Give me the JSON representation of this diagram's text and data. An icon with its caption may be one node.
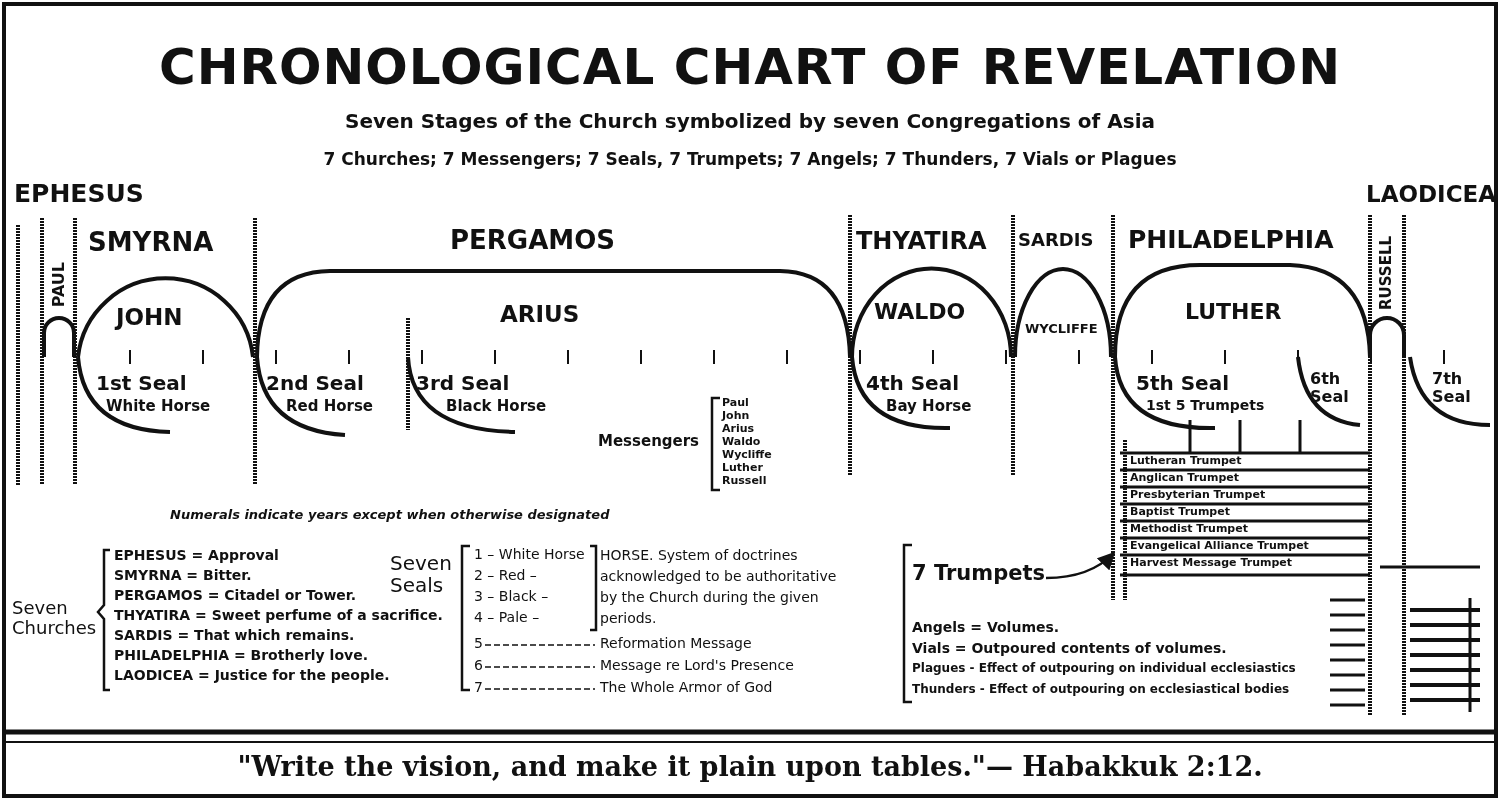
{
  "diagram": {
    "title": "CHRONOLOGICAL CHART OF REVELATION",
    "caption": "\"Write the vision, and make it plain upon tables.\"— Habakkuk 2:12.",
    "nodes": [
      {
        "text": [
          "EPHESUS",
          "PAUL"
        ]
      },
      {
        "text": [
          "SMYRNA",
          "JOHN",
          "1st Seal",
          "White Horse"
        ]
      },
      {
        "text": [
          "PERGAMOS",
          "ARIUS",
          "2nd Seal",
          "Red Horse",
          "3rd Seal",
          "Black Horse"
        ]
      },
      {
        "text": [
          "THYATIRA",
          "WALDO",
          "4th Seal",
          "Bay Horse"
        ]
      },
      {
        "text": [
          "SARDIS",
          "WYCLIFFE"
        ]
      },
      {
        "text": [
          "PHILADELPHIA",
          "LUTHER",
          "5th Seal",
          "1st 5 Trumpets",
          "6th Seal"
        ]
      },
      {
        "text": [
          "LAODICEA",
          "RUSSELL",
          "7th Seal"
        ]
      },
      {
        "text": [
          "7 Trumpets"
        ]
      },
      {
        "text": [],
        "shape": "bar"
      }
    ],
    "edges": [
      {
        "from": 7,
        "to": 8,
        "arrow": "to"
      }
    ],
    "labels": [
      "Seven Stages of the Church symbolized by seven Congregations of Asia",
      "7 Churches; 7 Messengers; 7 Seals, 7 Trumpets; 7 Angels; 7 Thunders, 7 Vials or Plagues",
      "Messengers",
      "Paul",
      "John",
      "Arius",
      "Waldo",
      "Wycliffe",
      "Luther",
      "Russell",
      "Lutheran Trumpet",
      "Anglican Trumpet",
      "Presbyterian Trumpet",
      "Baptist Trumpet",
      "Methodist Trumpet",
      "Evangelical Alliance Trumpet",
      "Harvest Message Trumpet",
      "Numerals indicate years except when otherwise designated",
      "Seven Churches",
      "EPHESUS = Approval",
      "SMYRNA = Bitter.",
      "PERGAMOS = Citadel or Tower.",
      "THYATIRA = Sweet perfume of a sacrifice.",
      "SARDIS = That which remains.",
      "PHILADELPHIA = Brotherly love.",
      "LAODICEA = Justice for the people.",
      "Seven Seals",
      "1 – White Horse",
      "2 – Red –",
      "3 – Black –",
      "4 – Pale –",
      "5",
      "6",
      "7",
      "HORSE. System of doctrines acknowledged to be authoritative by the Church during the given periods.",
      "Reformation Message",
      "Message re Lord's Presence",
      "The Whole Armor of God",
      "Angels = Volumes.",
      "Vials = Outpoured contents of volumes.",
      "Plagues - Effect of outpouring on individual ecclesiastics",
      "Thunders - Effect of outpouring on ecclesiastical bodies"
    ]
  }
}
